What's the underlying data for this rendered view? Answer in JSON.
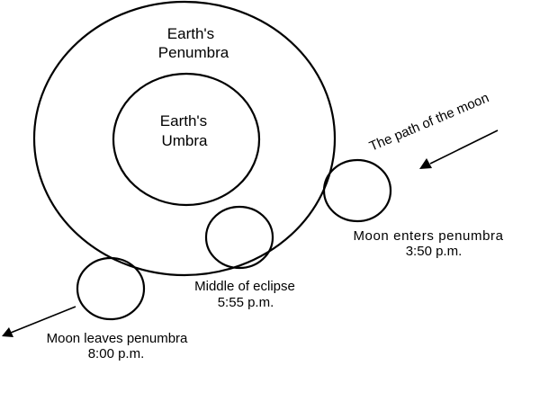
{
  "diagram": {
    "penumbra": {
      "line1": "Earth's",
      "line2": "Penumbra"
    },
    "umbra": {
      "line1": "Earth's",
      "line2": "Umbra"
    },
    "path_label": "The path of the moon",
    "moon_enters": {
      "label": "Moon enters penumbra",
      "time": "3:50 p.m."
    },
    "middle": {
      "label": "Middle of eclipse",
      "time": "5:55 p.m."
    },
    "moon_leaves": {
      "label": "Moon leaves penumbra",
      "time": "8:00 p.m."
    }
  }
}
